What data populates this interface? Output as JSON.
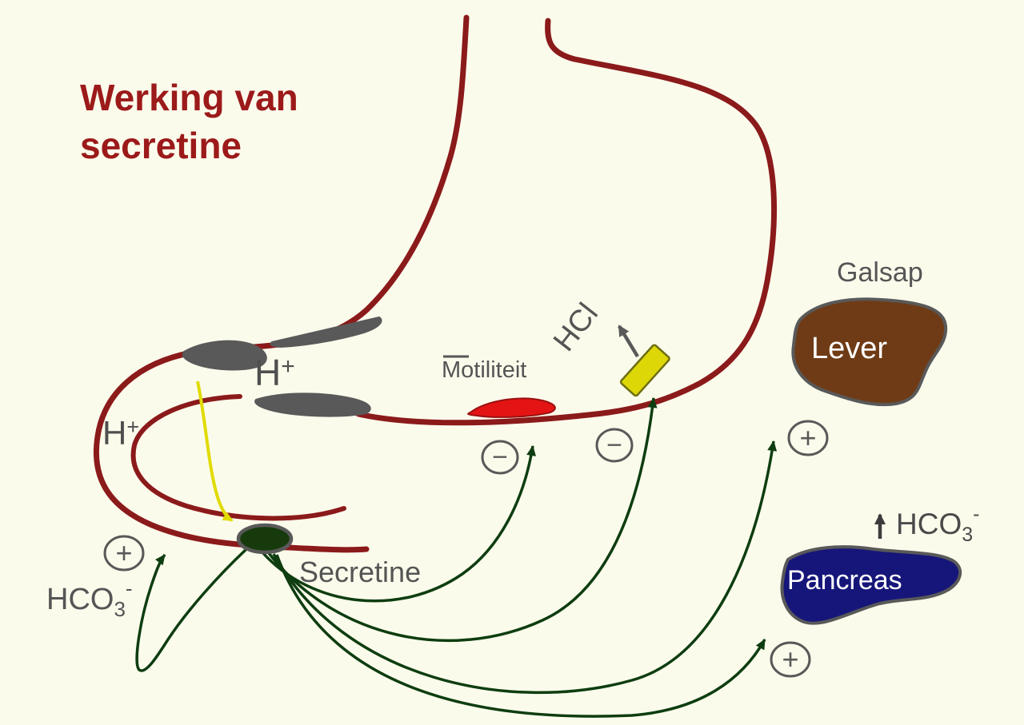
{
  "title": {
    "line1": "Werking van",
    "line2": "secretine"
  },
  "labels": {
    "h_plus": {
      "base": "H",
      "sup": "+"
    },
    "hcl": "HCl",
    "motiliteit": "Motiliteit",
    "secretine": "Secretine",
    "galsap": "Galsap",
    "lever": "Lever",
    "pancreas": "Pancreas",
    "hco3": {
      "base": "HCO",
      "sub": "3",
      "sup": "-"
    }
  },
  "signs": {
    "plus": "+",
    "minus": "−"
  },
  "colors": {
    "background": "#FBFBEC",
    "stomach_outline": "#8B1A1A",
    "title_text": "#9C1A1A",
    "label_gray": "#575757",
    "arrow_green": "#0E3D10",
    "highlight_yellow": "#DDD708",
    "liver_brown": "#6F3B16",
    "pancreas_navy": "#16167A",
    "muscle_red": "#E51414",
    "secretine_cell_green": "#173A0C"
  }
}
